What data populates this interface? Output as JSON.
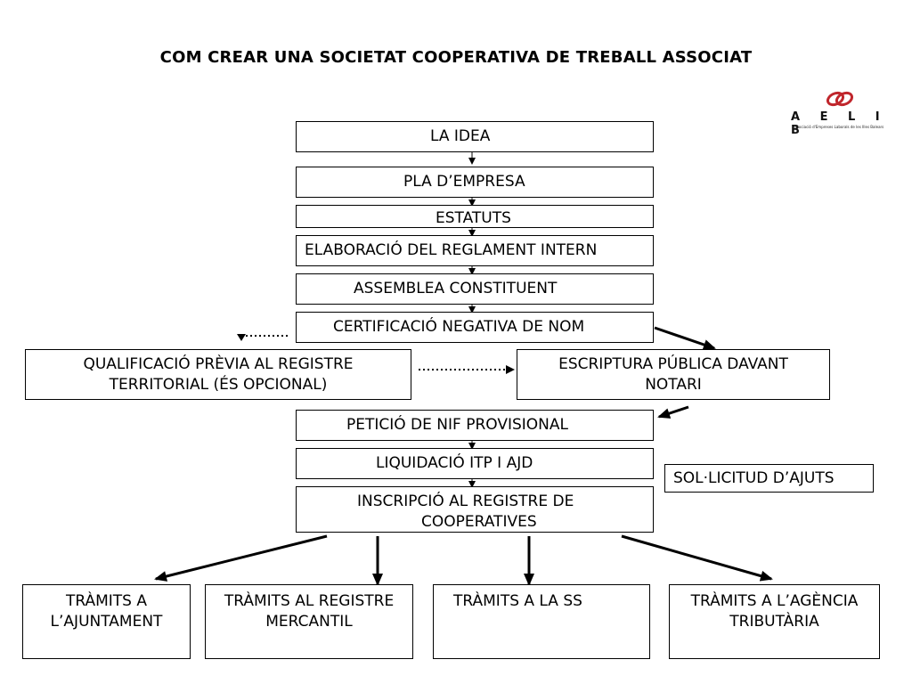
{
  "title": "COM CREAR UNA SOCIETAT COOPERATIVA DE TREBALL ASSOCIAT",
  "logo": {
    "icon": "aelib-logo-icon",
    "letters": "A E L I B",
    "subtitle": "Associació d'Empreses Laborals de les Illes Balears",
    "color": "#c0262c"
  },
  "steps": {
    "idea": "LA IDEA",
    "pla": "PLA D’EMPRESA",
    "estatuts": "ESTATUTS",
    "reglament": "ELABORACIÓ DEL REGLAMENT INTERN",
    "assemblea": "ASSEMBLEA CONSTITUENT",
    "certificacio": "CERTIFICACIÓ NEGATIVA DE NOM",
    "qualificacio_1": "QUALIFICACIÓ PRÈVIA AL REGISTRE",
    "qualificacio_2": "TERRITORIAL (ÉS OPCIONAL)",
    "escriptura_1": "ESCRIPTURA PÚBLICA DAVANT",
    "escriptura_2": "NOTARI",
    "nif": "PETICIÓ DE NIF PROVISIONAL",
    "liquidacio": "LIQUIDACIÓ ITP I AJD",
    "ajuts": "SOL·LICITUD D’AJUTS",
    "inscripcio_1": "INSCRIPCIÓ AL REGISTRE DE",
    "inscripcio_2": "COOPERATIVES",
    "ajuntament_1": "TRÀMITS A",
    "ajuntament_2": "L’AJUNTAMENT",
    "mercantil_1": "TRÀMITS AL REGISTRE",
    "mercantil_2": "MERCANTIL",
    "ss": "TRÀMITS A LA SS",
    "agencia_1": "TRÀMITS A L’AGÈNCIA",
    "agencia_2": "TRIBUTÀRIA"
  }
}
